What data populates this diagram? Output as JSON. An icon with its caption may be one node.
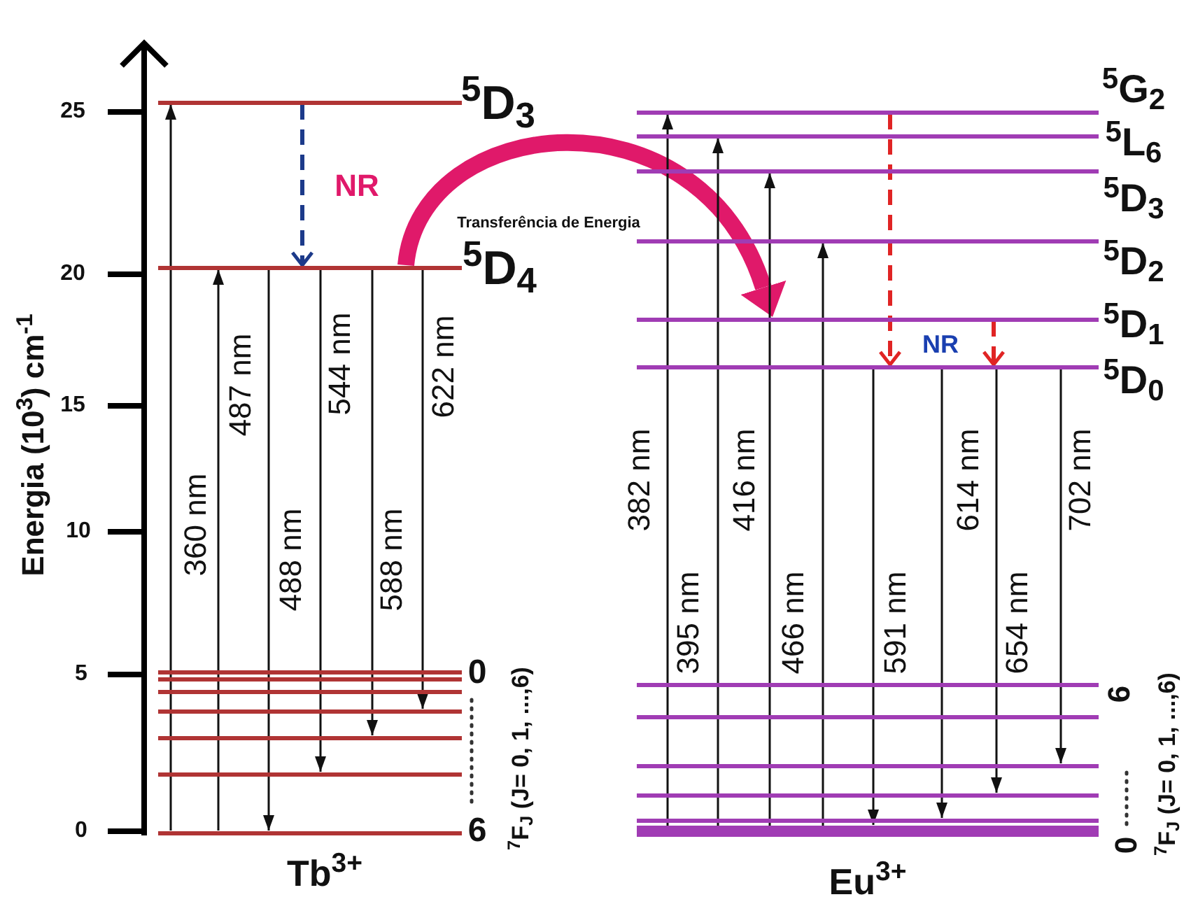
{
  "diagram": {
    "nodes": [
      {
        "text": [],
        "shape": "bar",
        "beside": [
          "$^{5}$D$_{3}$"
        ]
      },
      {
        "text": [],
        "shape": "bar",
        "beside": [
          "$^{5}$D$_{4}$"
        ]
      },
      {
        "text": [],
        "shape": "bar",
        "beside": [
          "0"
        ]
      },
      {
        "text": [],
        "shape": "bar"
      },
      {
        "text": [],
        "shape": "bar"
      },
      {
        "text": [],
        "shape": "bar"
      },
      {
        "text": [],
        "shape": "bar"
      },
      {
        "text": [],
        "shape": "bar"
      },
      {
        "text": [],
        "shape": "bar",
        "beside": [
          "6"
        ]
      },
      {
        "text": [],
        "shape": "bar",
        "beside": [
          "$^{5}$G$_{2}$"
        ]
      },
      {
        "text": [],
        "shape": "bar",
        "beside": [
          "$^{5}$L$_{6}$"
        ]
      },
      {
        "text": [],
        "shape": "bar",
        "beside": [
          "$^{5}$D$_{3}$"
        ]
      },
      {
        "text": [],
        "shape": "bar",
        "beside": [
          "$^{5}$D$_{2}$"
        ]
      },
      {
        "text": [],
        "shape": "bar",
        "beside": [
          "$^{5}$D$_{1}$"
        ]
      },
      {
        "text": [],
        "shape": "bar",
        "beside": [
          "$^{5}$D$_{0}$"
        ]
      },
      {
        "text": [],
        "shape": "bar",
        "beside": [
          "6"
        ]
      },
      {
        "text": [],
        "shape": "bar"
      },
      {
        "text": [],
        "shape": "bar"
      },
      {
        "text": [],
        "shape": "bar"
      },
      {
        "text": [],
        "shape": "bar"
      },
      {
        "text": [],
        "shape": "bar"
      },
      {
        "text": [],
        "shape": "bar",
        "beside": [
          "0"
        ]
      }
    ],
    "edges": [
      {
        "from": 8,
        "to": 0,
        "arrow": "to",
        "label": "360 nm"
      },
      {
        "from": 8,
        "to": 1,
        "arrow": "to",
        "label": "487 nm"
      },
      {
        "from": 1,
        "to": 8,
        "arrow": "to",
        "label": "488 nm"
      },
      {
        "from": 1,
        "to": 7,
        "arrow": "to",
        "label": "544 nm"
      },
      {
        "from": 1,
        "to": 6,
        "arrow": "to",
        "label": "588 nm"
      },
      {
        "from": 1,
        "to": 5,
        "arrow": "to",
        "label": "622 nm"
      },
      {
        "from": 0,
        "to": 1,
        "arrow": "to",
        "label": "NR",
        "style": "dashed",
        "color": "#1c3a8a"
      },
      {
        "from": 1,
        "to": 13,
        "arrow": "to",
        "label": "Transferência de Energia",
        "style": "thick",
        "color": "#e0196a"
      },
      {
        "from": 21,
        "to": 9,
        "arrow": "to",
        "label": "382 nm"
      },
      {
        "from": 21,
        "to": 10,
        "arrow": "to",
        "label": "395 nm"
      },
      {
        "from": 21,
        "to": 11,
        "arrow": "to",
        "label": "416 nm"
      },
      {
        "from": 21,
        "to": 12,
        "arrow": "to",
        "label": "466 nm"
      },
      {
        "from": 14,
        "to": 20,
        "arrow": "to",
        "label": "591 nm"
      },
      {
        "from": 14,
        "to": 19,
        "arrow": "to",
        "label": "614 nm"
      },
      {
        "from": 14,
        "to": 18,
        "arrow": "to",
        "label": "654 nm"
      },
      {
        "from": 14,
        "to": 17,
        "arrow": "to",
        "label": "702 nm"
      },
      {
        "from": 9,
        "to": 14,
        "arrow": "to",
        "label": "NR",
        "style": "dashed",
        "color": "#e02424"
      },
      {
        "from": 13,
        "to": 14,
        "arrow": "to",
        "style": "dashed",
        "color": "#e02424"
      }
    ],
    "labels": [
      "25",
      "20",
      "15",
      "10",
      "5",
      "0",
      "Energia (10$^{3}$) cm$^{-1}$",
      "Tb$^{3+}$",
      "$^{7}$F$_{J}$ (J= 0, 1, ...,6)",
      "Eu$^{3+}$",
      "$^{7}$F$_{J}$ (J= 0, 1, ...,6)"
    ]
  }
}
